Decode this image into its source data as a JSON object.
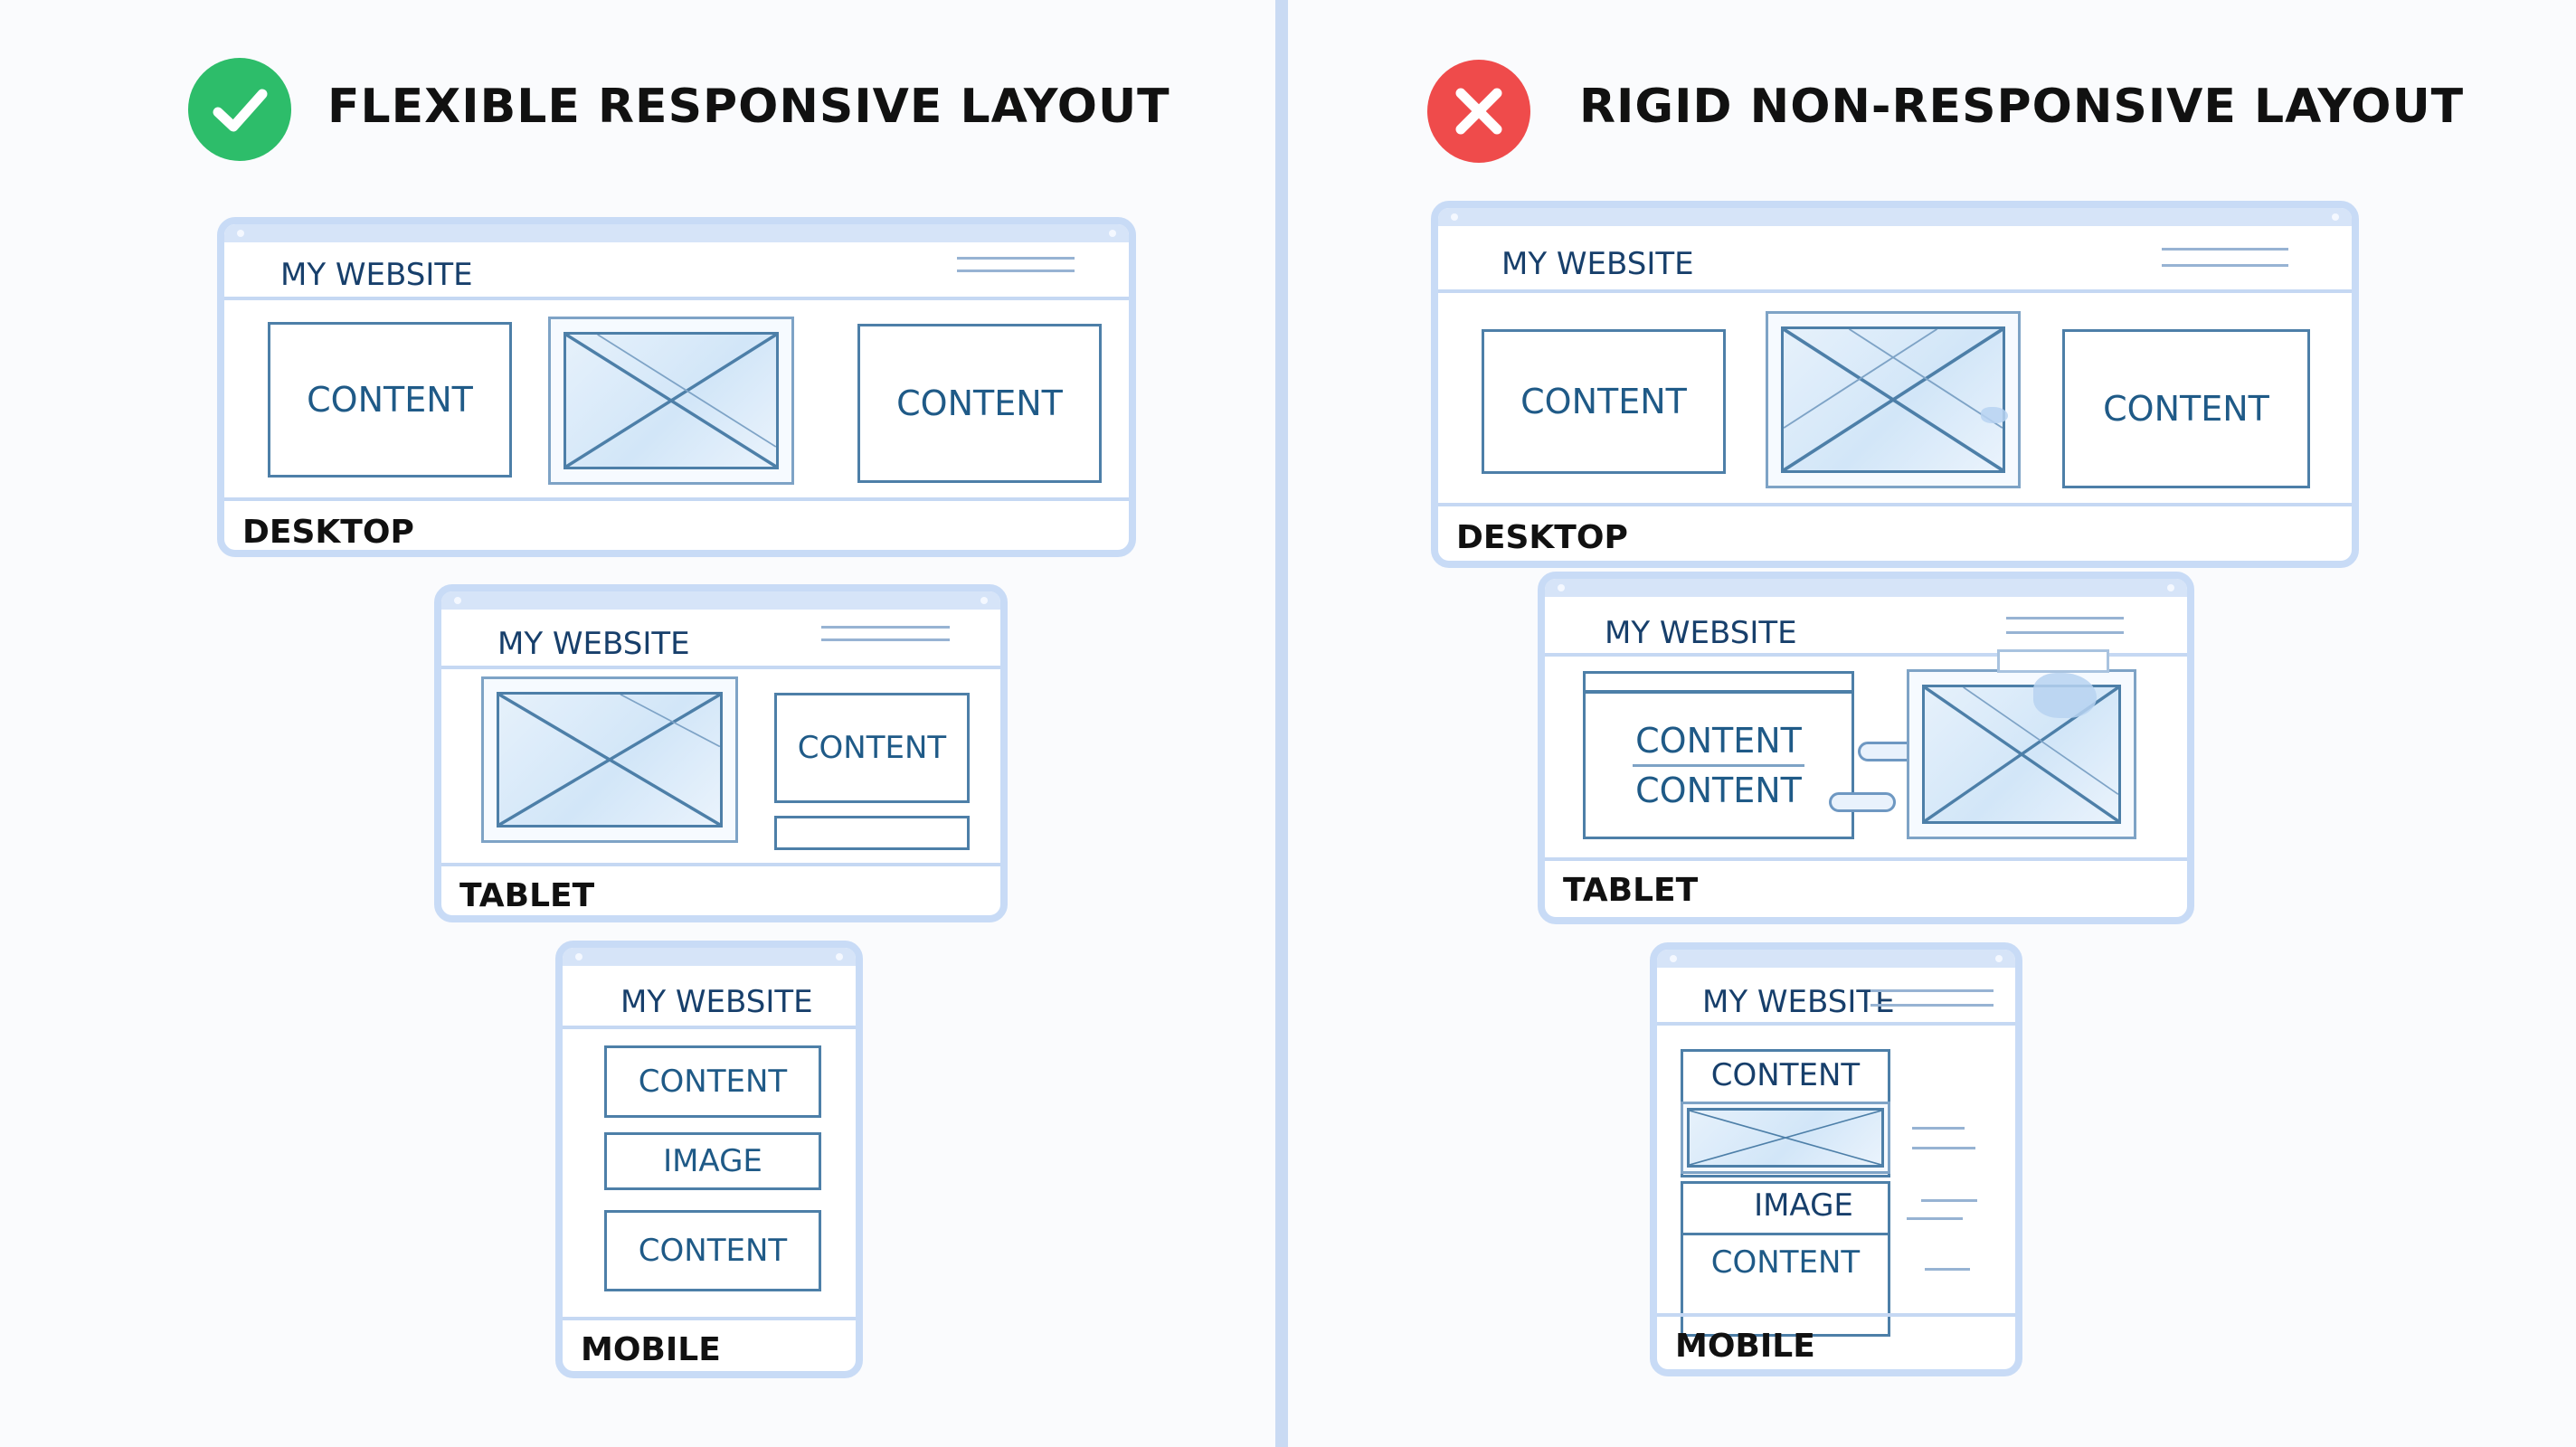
{
  "left": {
    "heading": "FLEXIBLE RESPONSIVE LAYOUT",
    "status_icon": "check-icon",
    "status_color": "#2dbd6a",
    "desktop": {
      "site_title": "MY WEBSITE",
      "content_1": "CONTENT",
      "content_2": "CONTENT",
      "label": "DESKTOP"
    },
    "tablet": {
      "site_title": "MY WEBSITE",
      "content": "CONTENT",
      "label": "TABLET"
    },
    "mobile": {
      "site_title": "MY WEBSITE",
      "content_1": "CONTENT",
      "image": "IMAGE",
      "content_2": "CONTENT",
      "label": "MOBILE"
    }
  },
  "right": {
    "heading": "RIGID NON-RESPONSIVE LAYOUT",
    "status_icon": "cross-icon",
    "status_color": "#ef4b4b",
    "desktop": {
      "site_title": "MY WEBSITE",
      "content_1": "CONTENT",
      "content_2": "CONTENT",
      "label": "DESKTOP"
    },
    "tablet": {
      "site_title": "MY WEBSITE",
      "content_1": "CONTENT",
      "content_2": "CONTENT",
      "label": "TABLET"
    },
    "mobile": {
      "site_title": "MY WEBSITE",
      "content_1": "CONTENT",
      "image": "IMAGE",
      "content_2": "CONTENT",
      "label": "MOBILE"
    }
  },
  "colors": {
    "frame_border": "#c8dbf6",
    "content_border": "#4d7fa8",
    "text": "#1f5a87",
    "divider": "#c9daf3"
  }
}
